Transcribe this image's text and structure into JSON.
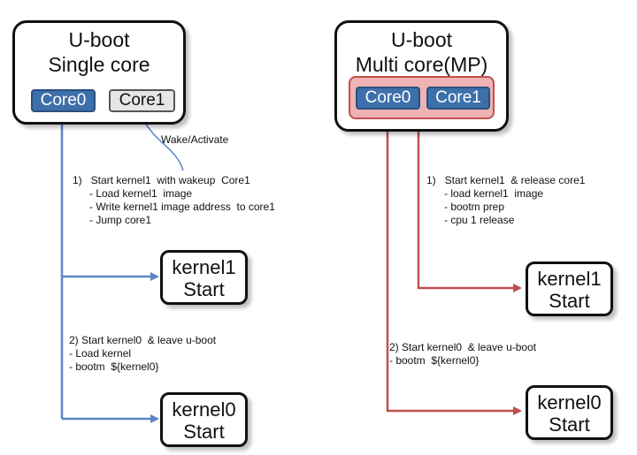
{
  "left": {
    "title_line1": "U-boot",
    "title_line2": "Single core",
    "core0": "Core0",
    "core1": "Core1",
    "wake_label": "Wake/Activate",
    "step1": {
      "heading": "1)   Start kernel1  with wakeup  Core1",
      "items": [
        "- Load kernel1  image",
        "- Write kernel1 image address  to core1",
        "- Jump core1"
      ]
    },
    "step2": {
      "heading": "2) Start kernel0  & leave u-boot",
      "items": [
        "- Load kernel",
        "- bootm  ${kernel0}"
      ]
    },
    "kernel1": {
      "line1": "kernel1",
      "line2": "Start"
    },
    "kernel0": {
      "line1": "kernel0",
      "line2": "Start"
    }
  },
  "right": {
    "title_line1": "U-boot",
    "title_line2": "Multi core(MP)",
    "core0": "Core0",
    "core1": "Core1",
    "step1": {
      "heading": "1)   Start kernel1  & release core1",
      "items": [
        "- load kernel1  image",
        "- bootm prep",
        "- cpu 1 release"
      ]
    },
    "step2": {
      "heading": "2) Start kernel0  & leave u-boot",
      "items": [
        "- bootm  ${kernel0}"
      ]
    },
    "kernel1": {
      "line1": "kernel1",
      "line2": "Start"
    },
    "kernel0": {
      "line1": "kernel0",
      "line2": "Start"
    }
  },
  "colors": {
    "blue_core": "#3d6fab",
    "blue_line": "#5b86c5",
    "red_line": "#c0504d",
    "mp_group_fill": "#efb3b3",
    "gray_core": "#e6e6e6"
  }
}
